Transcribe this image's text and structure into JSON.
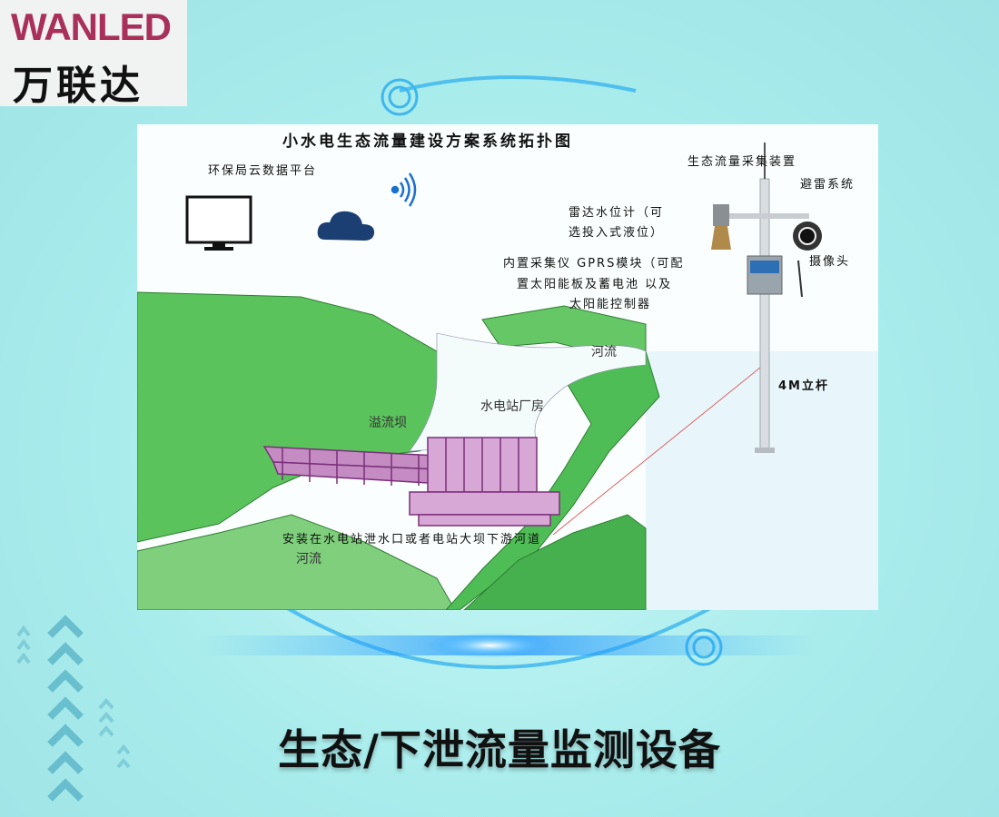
{
  "logo": {
    "en": "WANLED",
    "cn": "万联达"
  },
  "diagram": {
    "title": "小水电生态流量建设方案系统拓扑图",
    "labels": {
      "cloud_platform": "环保局云数据平台",
      "collector": "生态流量采集装置",
      "lightning": "避雷系统",
      "radar_line1": "雷达水位计（可",
      "radar_line2": "选投入式液位）",
      "camera": "摄像头",
      "datalogger_line1": "内置采集仪 GPRS模块（可配",
      "datalogger_line2": "置太阳能板及蓄电池 以及",
      "datalogger_line3": "太阳能控制器",
      "pole": "4M立杆",
      "river_upper": "河流",
      "powerhouse": "水电站厂房",
      "spillway": "溢流坝",
      "install_note": "安装在水电站泄水口或者电站大坝下游河道",
      "river_lower": "河流"
    }
  },
  "footer": {
    "title": "生态/下泄流量监测设备"
  },
  "colors": {
    "brand": "#a8305a",
    "dam": "#a04f9a",
    "land": "#58c25a",
    "background": "#a9ecec"
  }
}
